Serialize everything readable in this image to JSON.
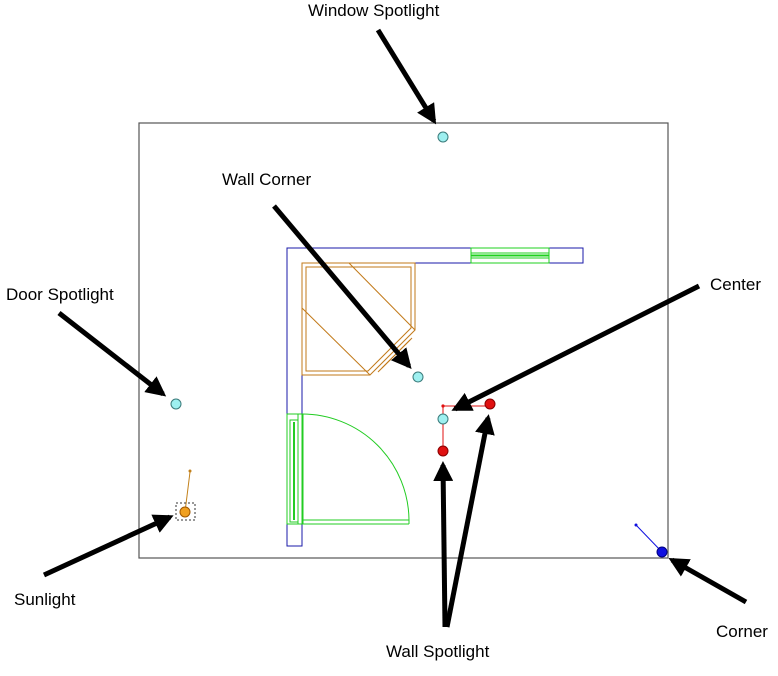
{
  "labels": {
    "window_spotlight": "Window Spotlight",
    "wall_corner": "Wall Corner",
    "door_spotlight": "Door Spotlight",
    "center": "Center",
    "sunlight": "Sunlight",
    "wall_spotlight": "Wall Spotlight",
    "corner": "Corner"
  },
  "colors": {
    "room_outline": "#555555",
    "wall": "#1a1aa8",
    "window": "#1fd11f",
    "door": "#22cc22",
    "furniture": "#c27a1a",
    "cyan_light": "#9ef0f0",
    "red_light": "#e01010",
    "sun": "#f0a020",
    "corner_marker": "#1010e0",
    "arrow": "#000000"
  }
}
